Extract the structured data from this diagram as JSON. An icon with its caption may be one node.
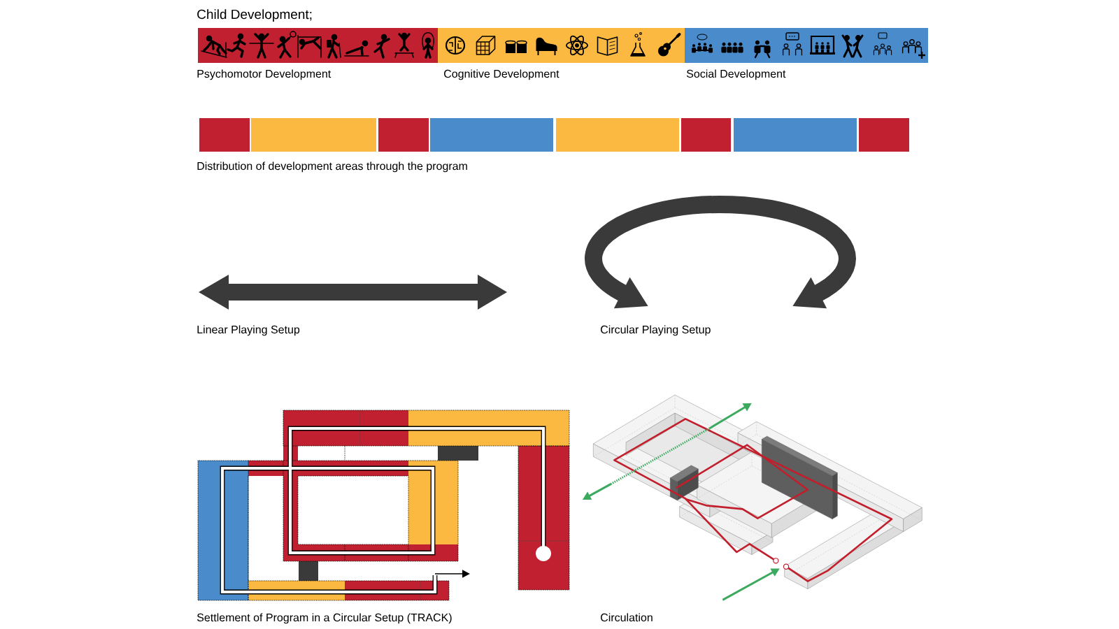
{
  "diagram": {
    "title": "Child Development;",
    "nodes": [
      {
        "text": [
          "Psychomotor Development"
        ]
      },
      {
        "text": [
          "Cognitive Development"
        ]
      },
      {
        "text": [
          "Social Development"
        ]
      }
    ],
    "labels": [
      "Distribution of development areas through the program",
      "Linear Playing Setup",
      "Circular Playing Setup",
      "Settlement of Program in a Circular Setup (TRACK)",
      "Circulation"
    ]
  }
}
